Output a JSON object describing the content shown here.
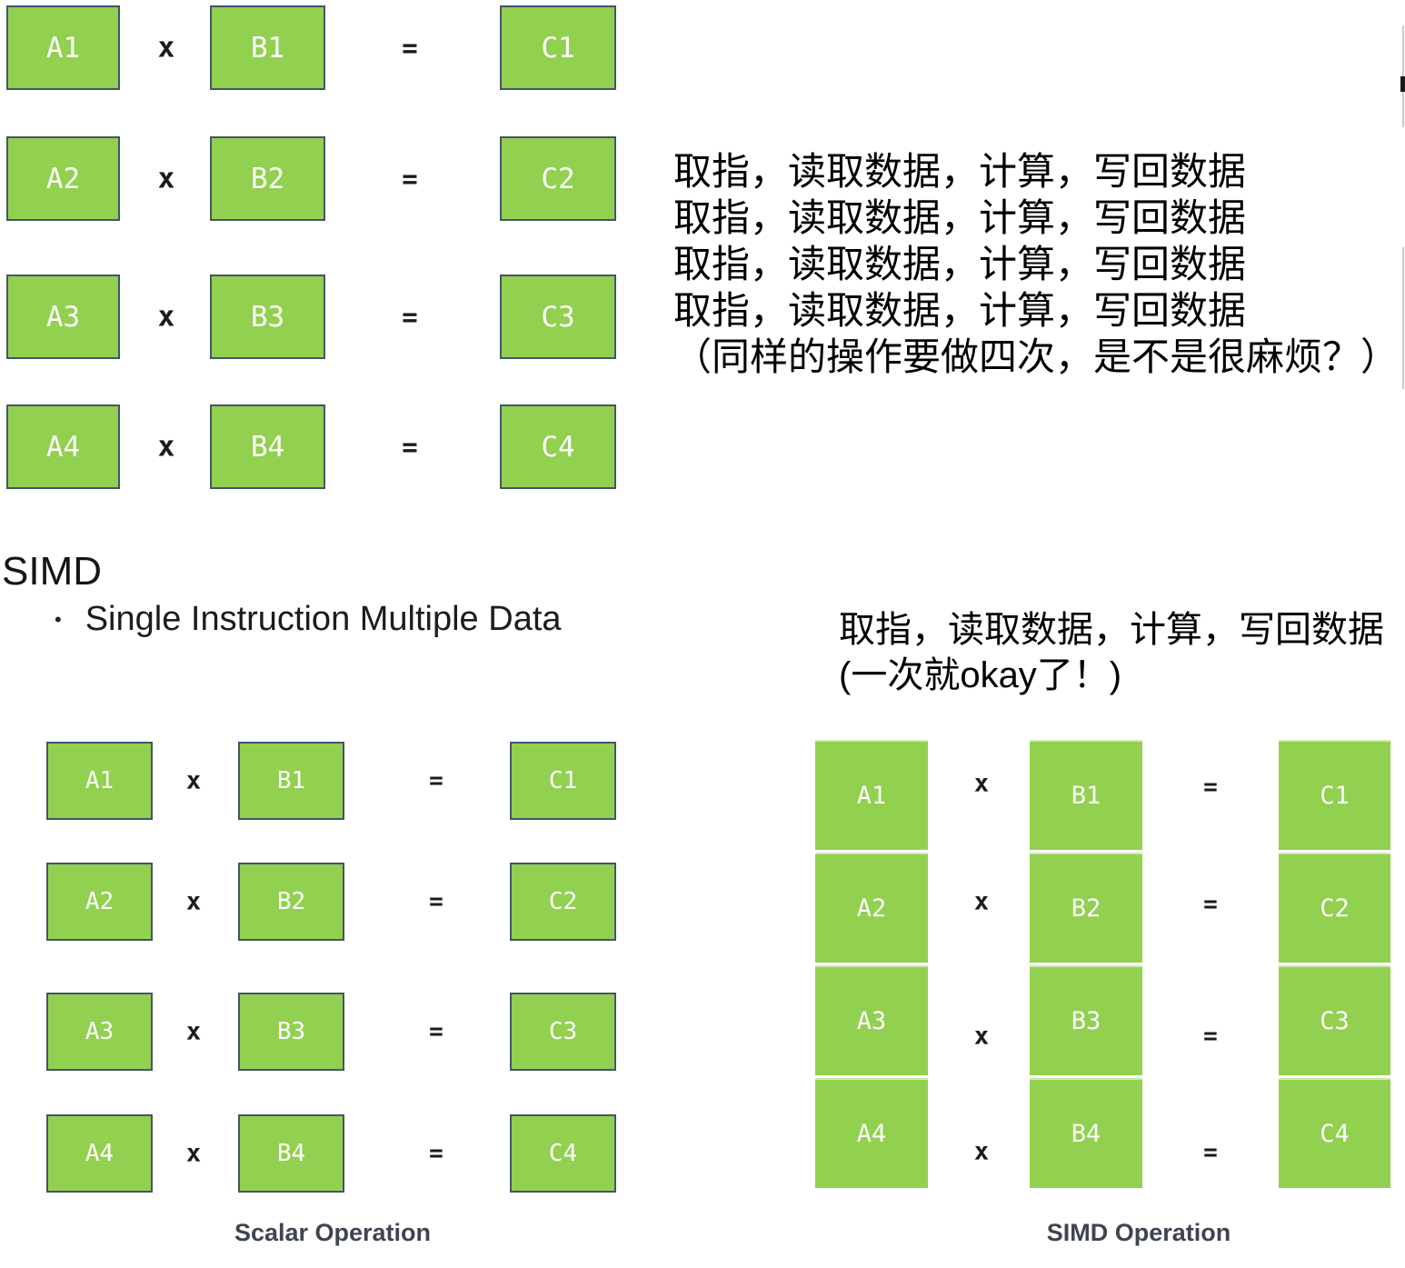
{
  "colors": {
    "box_green": "#92D050",
    "box_border": "#44546A",
    "box_label": "#FFFFFF",
    "caption_text": "#3F4450",
    "body_text": "#000000"
  },
  "operators": {
    "multiply": "x",
    "equals": "="
  },
  "top_scalar_diagram": {
    "rows": [
      {
        "a": "A1",
        "b": "B1",
        "c": "C1"
      },
      {
        "a": "A2",
        "b": "B2",
        "c": "C2"
      },
      {
        "a": "A3",
        "b": "B3",
        "c": "C3"
      },
      {
        "a": "A4",
        "b": "B4",
        "c": "C4"
      }
    ]
  },
  "scalar_annotation": {
    "lines": [
      "取指，读取数据，计算，写回数据",
      "取指，读取数据，计算，写回数据",
      "取指，读取数据，计算，写回数据",
      "取指，读取数据，计算，写回数据",
      "（同样的操作要做四次，是不是很麻烦？）"
    ]
  },
  "simd_section": {
    "title": "SIMD",
    "bullet_marker": "•",
    "bullet_text": "Single Instruction Multiple Data",
    "annotation_lines": [
      "取指，读取数据，计算，写回数据",
      "(一次就okay了！)"
    ]
  },
  "scalar_diagram": {
    "rows": [
      {
        "a": "A1",
        "b": "B1",
        "c": "C1"
      },
      {
        "a": "A2",
        "b": "B2",
        "c": "C2"
      },
      {
        "a": "A3",
        "b": "B3",
        "c": "C3"
      },
      {
        "a": "A4",
        "b": "B4",
        "c": "C4"
      }
    ],
    "caption": "Scalar Operation"
  },
  "simd_diagram": {
    "column_a": [
      "A1",
      "A2",
      "A3",
      "A4"
    ],
    "column_b": [
      "B1",
      "B2",
      "B3",
      "B4"
    ],
    "column_c": [
      "C1",
      "C2",
      "C3",
      "C4"
    ],
    "caption": "SIMD Operation"
  }
}
